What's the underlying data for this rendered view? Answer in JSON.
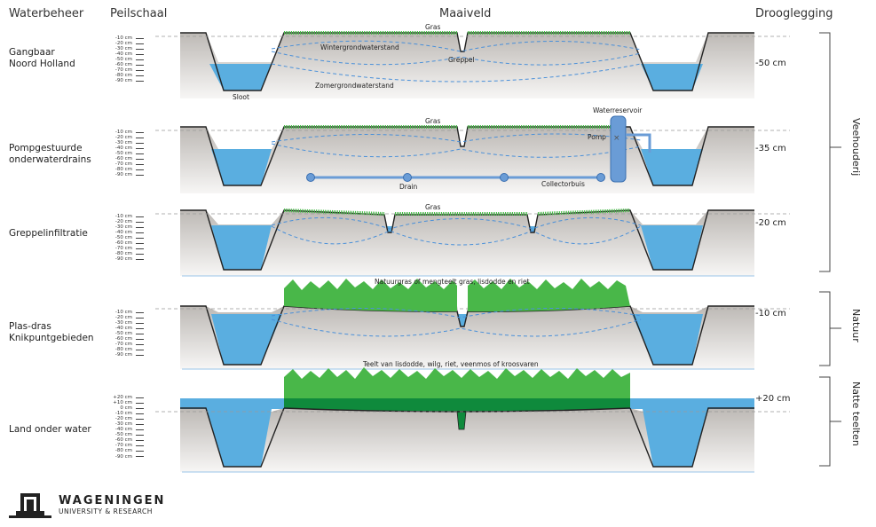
{
  "headers": {
    "waterbeheer": "Waterbeheer",
    "peilschaal": "Peilschaal",
    "maaiveld": "Maaiveld",
    "drooglegging": "Drooglegging"
  },
  "scale_labels": [
    "-10 cm",
    "-20 cm",
    "-30 cm",
    "-40 cm",
    "-50 cm",
    "-60 cm",
    "-70 cm",
    "-80 cm",
    "-90 cm"
  ],
  "scale_labels_top": [
    "+20 cm",
    "+10 cm",
    "0 cm",
    "-10 cm",
    "-20 cm",
    "-30 cm",
    "-40 cm",
    "-50 cm",
    "-60 cm",
    "-70 cm",
    "-80 cm",
    "-90 cm"
  ],
  "rows": [
    {
      "label_line1": "Gangbaar",
      "label_line2": "Noord Holland",
      "drooglegging": "-50 cm",
      "annotations": {
        "gras": "Gras",
        "winter": "Wintergrondwaterstand",
        "greppel": "Greppel",
        "zomer": "Zomergrondwaterstand",
        "sloot": "Sloot"
      }
    },
    {
      "label_line1": "Pompgestuurde",
      "label_line2": "onderwaterdrains",
      "drooglegging": "-35 cm",
      "annotations": {
        "gras": "Gras",
        "waterreservoir": "Waterreservoir",
        "pomp": "Pomp",
        "drain": "Drain",
        "collectorbuis": "Collectorbuis"
      }
    },
    {
      "label_line1": "Greppelinfiltratie",
      "label_line2": "",
      "drooglegging": "-20 cm",
      "annotations": {
        "gras": "Gras"
      }
    },
    {
      "label_line1": "Plas-dras",
      "label_line2": "Knikpuntgebieden",
      "drooglegging": "-10 cm",
      "annotations": {
        "vegetation": "Natuurgras of mengteelt gras, lisdodde en riet"
      }
    },
    {
      "label_line1": "Land onder water",
      "label_line2": "",
      "drooglegging": "+20 cm",
      "annotations": {
        "vegetation": "Teelt van lisdodde, wilg, riet, veenmos of kroosvaren"
      }
    }
  ],
  "brackets": {
    "veehouderij": "Veehouderij",
    "natuur": "Natuur",
    "natte_teelten": "Natte teelten"
  },
  "logo": {
    "line1": "WAGENINGEN",
    "line2": "UNIVERSITY & RESEARCH",
    "icon": "wur-logo-icon"
  },
  "colors": {
    "water": "#5aaee0",
    "soil_top": "#bdb9b5",
    "soil_bottom": "#f7f6f5",
    "grass": "#49b749",
    "dark_green": "#0f8a3c",
    "ground_line": "#222222",
    "dashed_blue": "#4a90d9"
  }
}
